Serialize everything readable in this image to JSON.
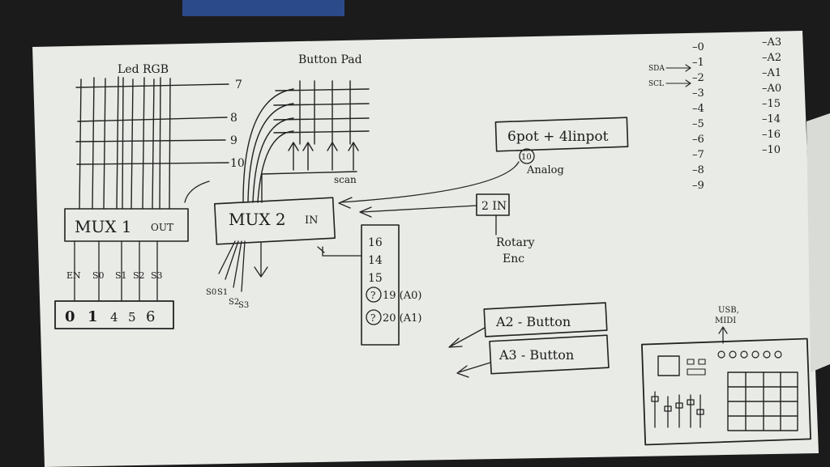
{
  "led_rgb": {
    "title": "Led RGB",
    "rows": [
      "7",
      "8",
      "9",
      "10"
    ]
  },
  "button_pad": {
    "title": "Button Pad",
    "scan_label": "scan"
  },
  "mux1": {
    "label": "MUX 1",
    "out_label": "OUT",
    "pins": [
      "EN",
      "S0",
      "S1",
      "S2",
      "S3"
    ],
    "header": [
      "0",
      "1",
      "4",
      "5",
      "6"
    ]
  },
  "mux2": {
    "label": "MUX 2",
    "in_label": "IN",
    "pins": [
      "S0",
      "S1",
      "S2",
      "S3"
    ]
  },
  "pins_block": [
    "16",
    "14",
    "15",
    "19 (A0)",
    "20 (A1)"
  ],
  "pot_box": {
    "label": "6pot + 4linpot",
    "badge": "10",
    "analog_label": "Analog"
  },
  "two_in": {
    "label": "2 IN",
    "rotary": "Rotary",
    "enc": "Enc"
  },
  "buttons": [
    "A2 - Button",
    "A3 - Button"
  ],
  "pin_map": {
    "left": [
      "0",
      "1",
      "2",
      "3",
      "4",
      "5",
      "6",
      "7",
      "8",
      "9"
    ],
    "right": [
      "A3",
      "A2",
      "A1",
      "A0",
      "15",
      "14",
      "16",
      "10"
    ],
    "sda": "SDA",
    "scl": "SCL"
  },
  "device": {
    "label_line1": "USB,",
    "label_line2": "MIDI"
  }
}
